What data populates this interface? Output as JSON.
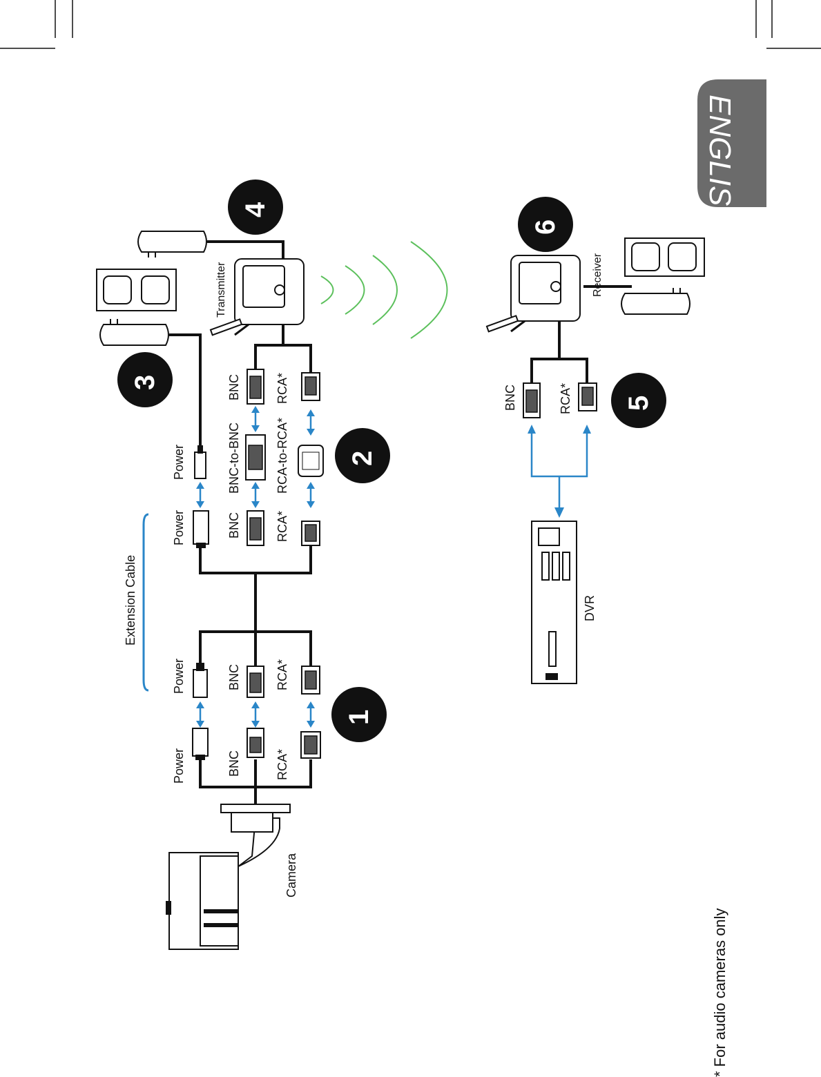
{
  "language_tab": "ENGLISH",
  "steps": [
    "1",
    "2",
    "3",
    "4",
    "5",
    "6"
  ],
  "labels": {
    "extension_cable": "Extension Cable",
    "camera": "Camera",
    "transmitter": "Transmitter",
    "receiver": "Receiver",
    "dvr": "DVR",
    "power": "Power",
    "bnc": "BNC",
    "rca": "RCA*",
    "bnc_to_bnc": "BNC-to-BNC",
    "rca_to_rca": "RCA-to-RCA*"
  },
  "footnote": "* For audio cameras only",
  "colors": {
    "arrow": "#2a86c8",
    "wave": "#5cc05c",
    "tab": "#6b6b6b",
    "badge": "#111111"
  }
}
